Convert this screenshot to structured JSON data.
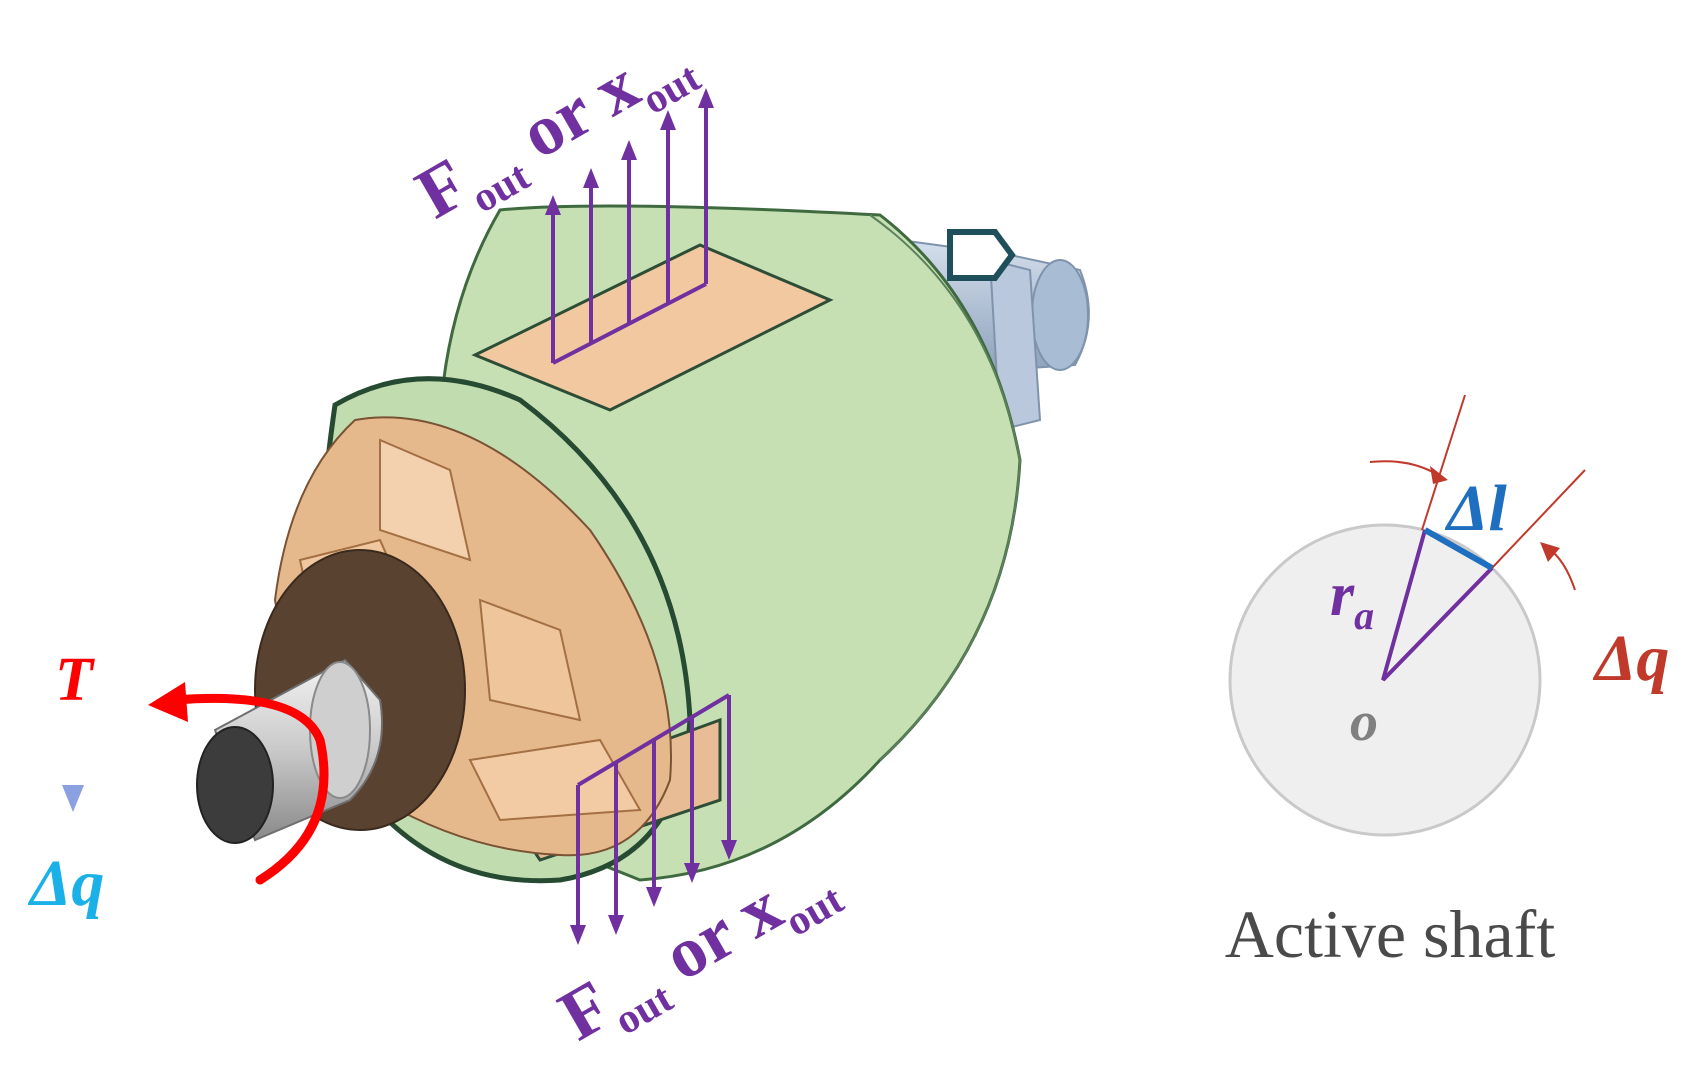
{
  "labels": {
    "force_out_top": {
      "main": "F",
      "sub": "out",
      "mid": " or ",
      "main2": "x",
      "sub2": "out"
    },
    "force_out_bottom": {
      "main": "F",
      "sub": "out",
      "mid": " or ",
      "main2": "x",
      "sub2": "out"
    },
    "torque": "T",
    "delta_q_left": "Δq",
    "delta_l": "Δl",
    "radius": {
      "main": "r",
      "sub": "a"
    },
    "origin": "o",
    "delta_q_right": "Δq",
    "caption": "Active shaft"
  },
  "colors": {
    "force": "#7030a0",
    "torque": "#ff0000",
    "delta_q_left": "#1ab0e8",
    "delta_l": "#1f6fc0",
    "delta_q_right": "#c0392b",
    "origin": "#808080",
    "caption": "#4a4a4a",
    "housing_green": "#c6e0b4",
    "rotor_tan": "#f2c8a0",
    "shaft_gray": "#b8b8b8",
    "shaft_end_blue": "#a8bcd4",
    "circle_fill": "#efefef"
  }
}
